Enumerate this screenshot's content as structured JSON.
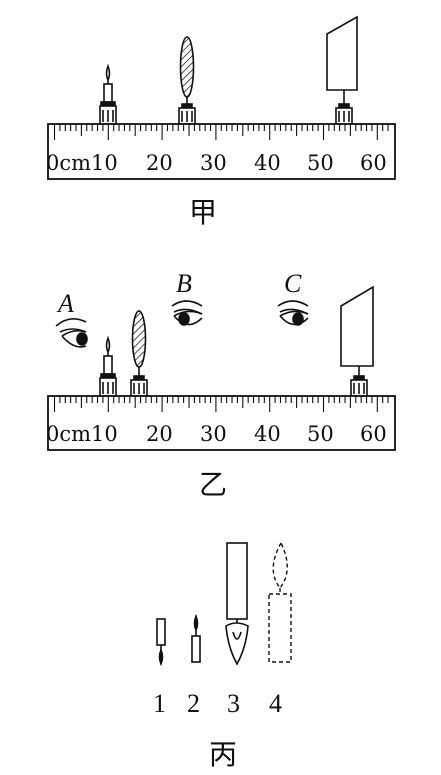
{
  "figure_jia": {
    "caption": "甲",
    "ruler_labels": [
      "0cm10",
      "20",
      "30",
      "40",
      "50",
      "60"
    ]
  },
  "figure_yi": {
    "caption": "乙",
    "ruler_labels": [
      "0cm10",
      "20",
      "30",
      "40",
      "50",
      "60"
    ],
    "eye_labels": [
      "A",
      "B",
      "C"
    ]
  },
  "figure_bing": {
    "caption": "丙",
    "option_labels": [
      "1",
      "2",
      "3",
      "4"
    ]
  }
}
